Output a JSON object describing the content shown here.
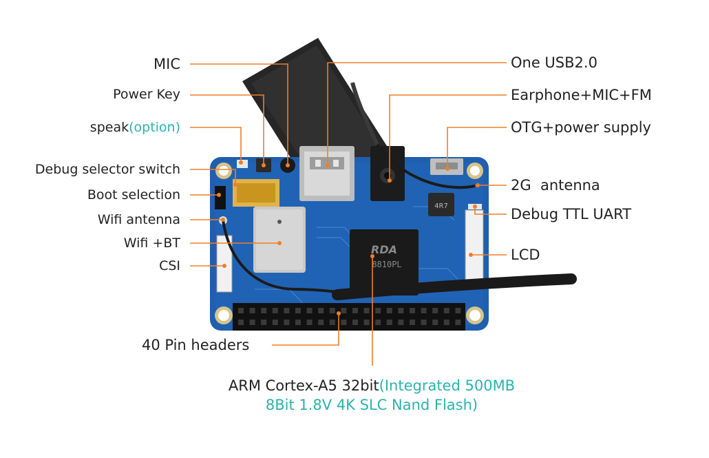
{
  "colors": {
    "leader": "#f07e26",
    "accent": "#2ab3ac",
    "text": "#222222",
    "pcb": "#1f5fae",
    "pcb_dark": "#154a8c",
    "chip": "#1a1a1a",
    "metal": "#c9c9c9",
    "antenna": "#2a2a2a",
    "header": "#111111",
    "gold": "#e0b34a"
  },
  "labels": {
    "mic": "MIC",
    "power_key": "Power Key",
    "speak_main": "speak",
    "speak_accent": "(option)",
    "debug_selector": "Debug selector switch",
    "boot_selection": "Boot selection",
    "wifi_antenna": "Wifi antenna",
    "wifi_bt": "Wifi +BT",
    "csi": "CSI",
    "usb": "One USB2.0",
    "earphone": "Earphone+MIC+FM",
    "otg": "OTG+power supply",
    "antenna_2g": "2G  antenna",
    "debug_uart": "Debug TTL UART",
    "lcd": "LCD",
    "pin_headers": "40 Pin headers",
    "cpu_main": "ARM Cortex-A5 32bit",
    "cpu_accent_1": "(Integrated 500MB",
    "cpu_accent_2": "8Bit 1.8V 4K SLC Nand Flash)"
  },
  "chip_text": {
    "logo": "RDA",
    "model": "8810PL"
  },
  "inductor_text": "4R7"
}
